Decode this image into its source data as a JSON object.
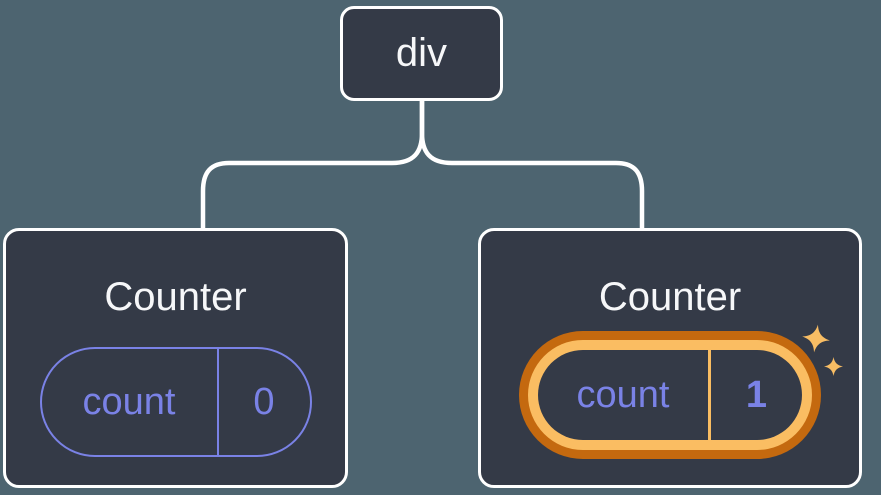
{
  "diagram": {
    "root": {
      "label": "div"
    },
    "children": [
      {
        "title": "Counter",
        "state_key": "count",
        "state_value": "0",
        "highlighted": false
      },
      {
        "title": "Counter",
        "state_key": "count",
        "state_value": "1",
        "highlighted": true
      }
    ]
  },
  "colors": {
    "background": "#4D6470",
    "node_fill": "#343A47",
    "node_border": "#FFFFFF",
    "connector": "#FFFFFF",
    "title_text": "#F6F7F9",
    "state_accent": "#7A82E6",
    "highlight_outer": "#C4690F",
    "highlight_inner": "#FABD62",
    "sparkle": "#F8BD64"
  }
}
